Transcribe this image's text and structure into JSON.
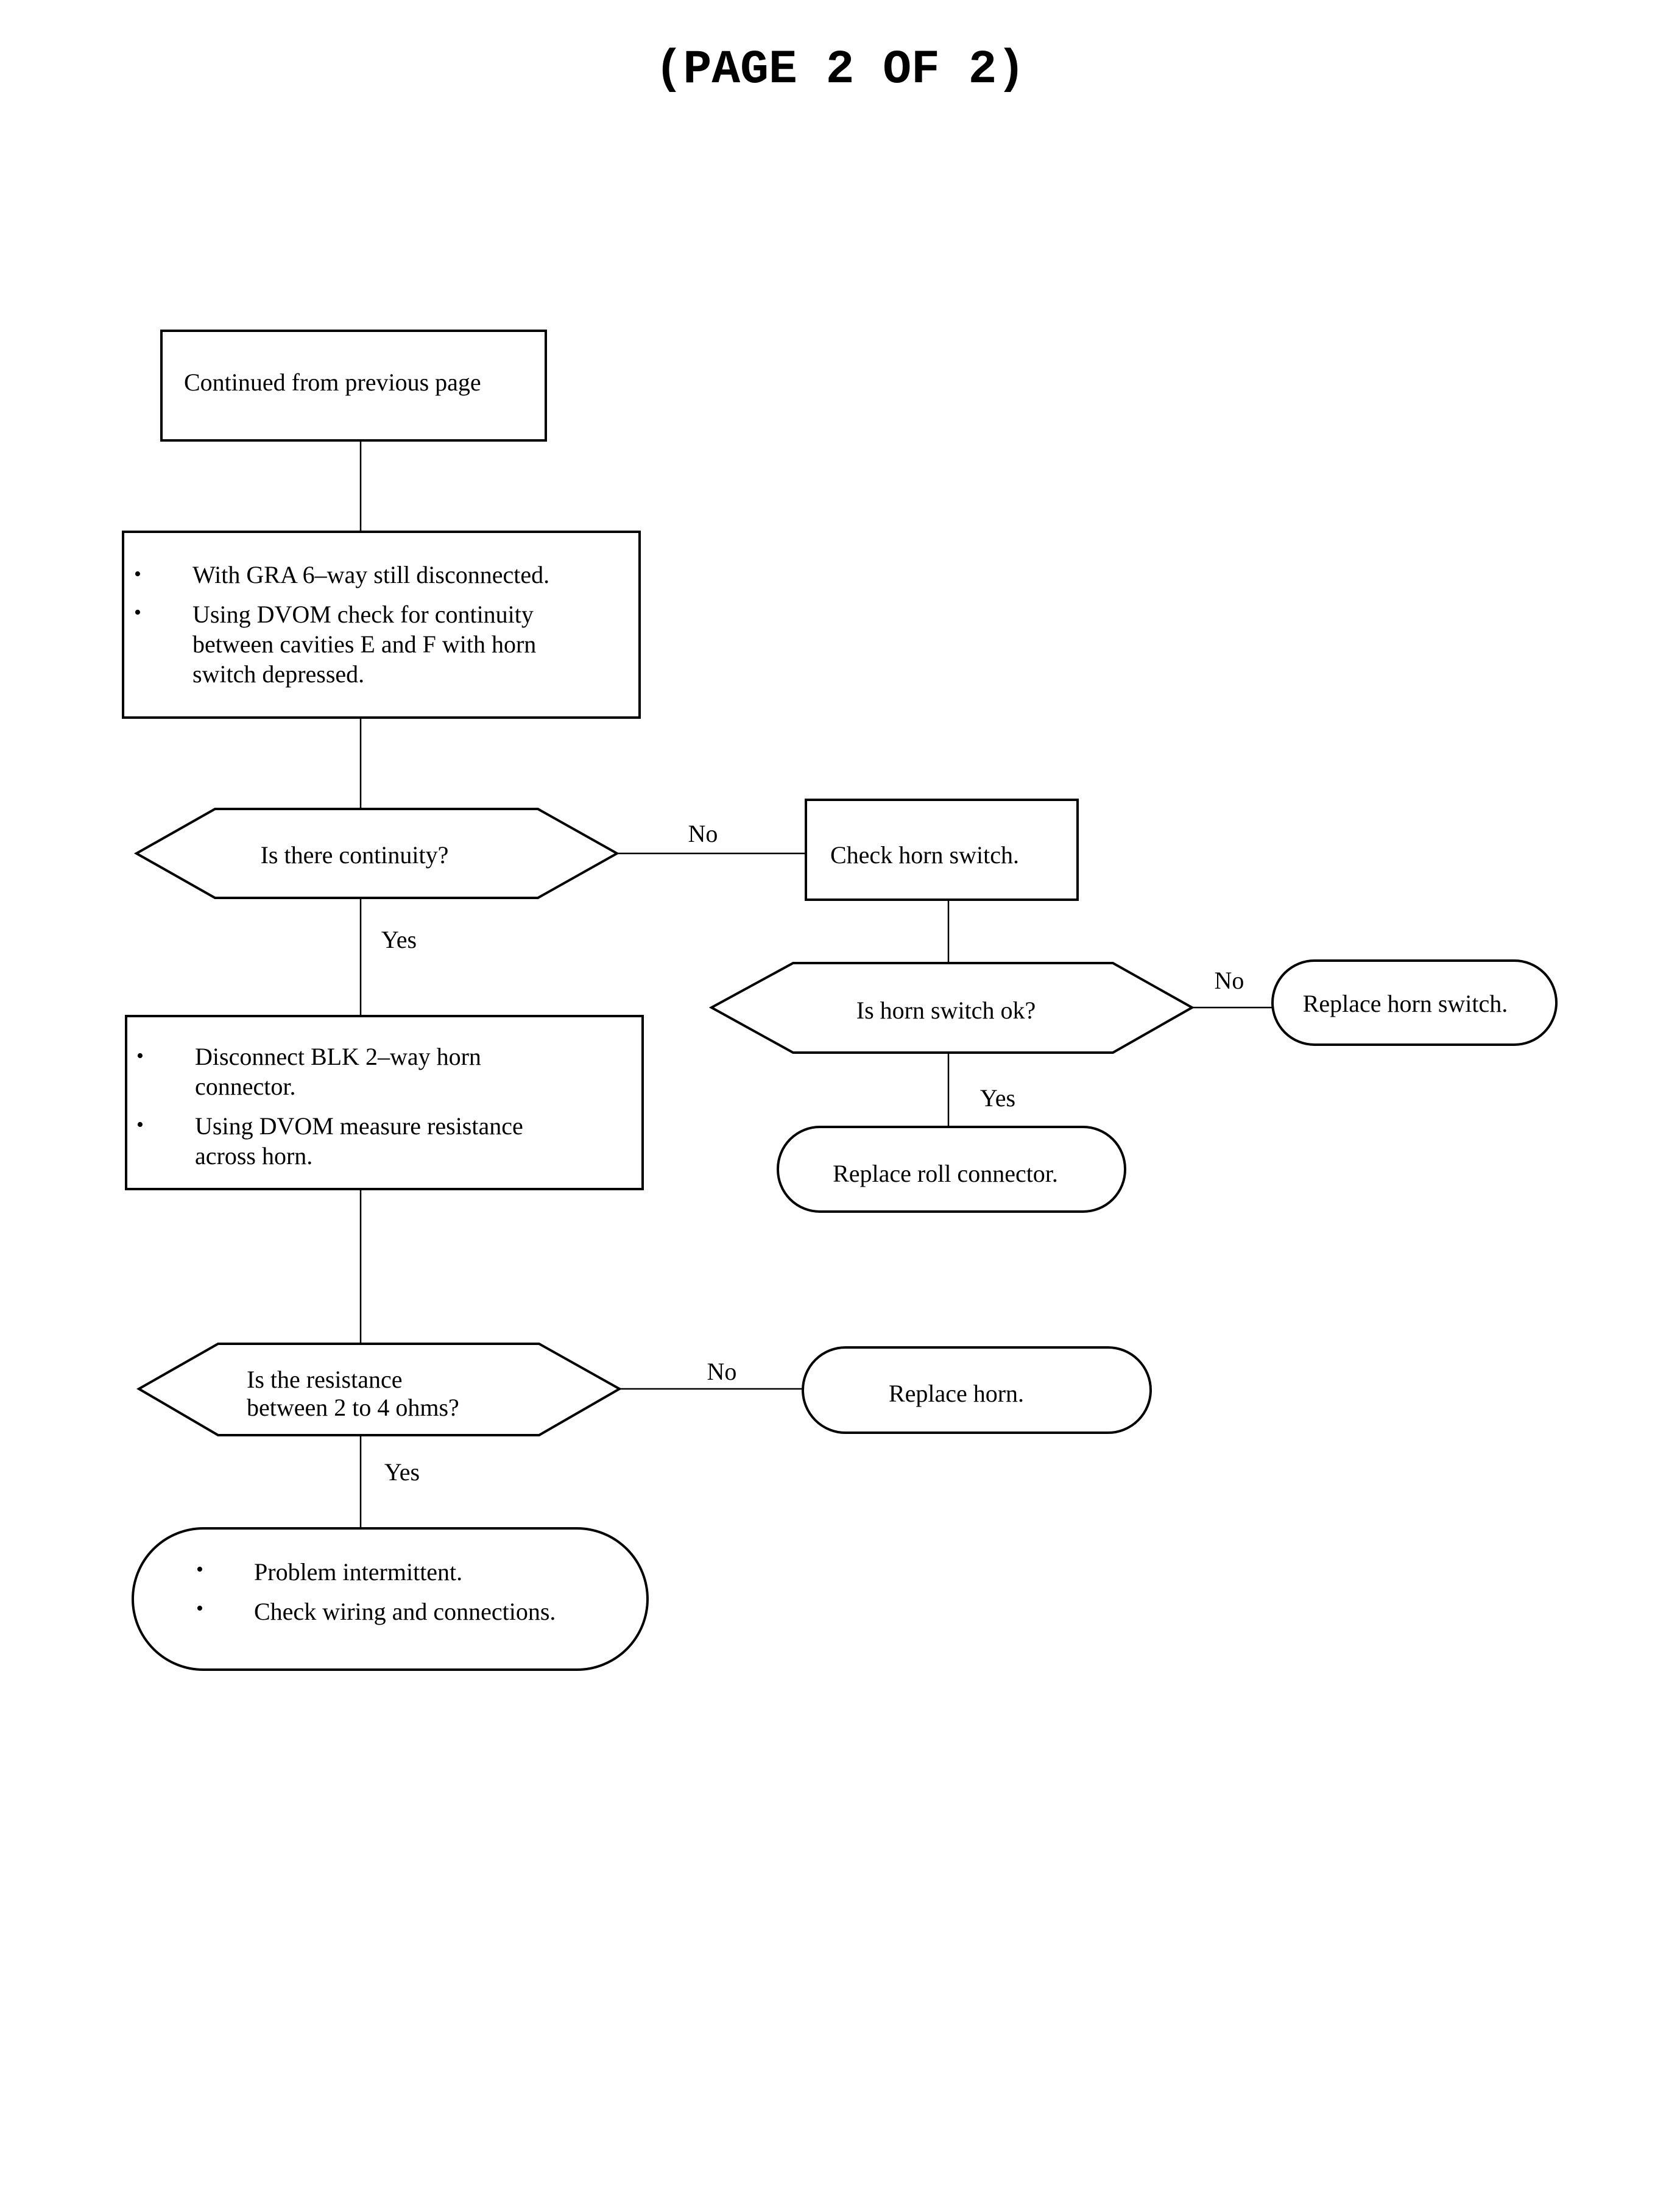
{
  "page_title": "(PAGE 2 OF 2)",
  "nodes": {
    "start": {
      "text": "Continued from previous page"
    },
    "step1": {
      "bullets": [
        [
          "With GRA 6–way still disconnected."
        ],
        [
          "Using DVOM check for continuity",
          "between cavities E and F with horn",
          "switch depressed."
        ]
      ]
    },
    "decision1": {
      "text": "Is there continuity?"
    },
    "check_horn_switch": {
      "text": "Check horn switch."
    },
    "decision_horn_switch": {
      "text": "Is horn switch ok?"
    },
    "replace_horn_switch": {
      "text": "Replace horn switch."
    },
    "replace_roll_connector": {
      "text": "Replace roll connector."
    },
    "step2": {
      "bullets": [
        [
          "Disconnect BLK 2–way horn",
          "connector."
        ],
        [
          "Using DVOM measure resistance",
          "across horn."
        ]
      ]
    },
    "decision2": {
      "lines": [
        "Is the resistance",
        "between 2 to 4 ohms?"
      ]
    },
    "replace_horn": {
      "text": "Replace horn."
    },
    "end": {
      "bullets": [
        [
          "Problem intermittent."
        ],
        [
          "Check wiring and connections."
        ]
      ]
    }
  },
  "edge_labels": {
    "d1_no": "No",
    "d1_yes": "Yes",
    "horn_switch_no": "No",
    "horn_switch_yes": "Yes",
    "d2_no": "No",
    "d2_yes": "Yes"
  },
  "bullet_glyph": "•"
}
